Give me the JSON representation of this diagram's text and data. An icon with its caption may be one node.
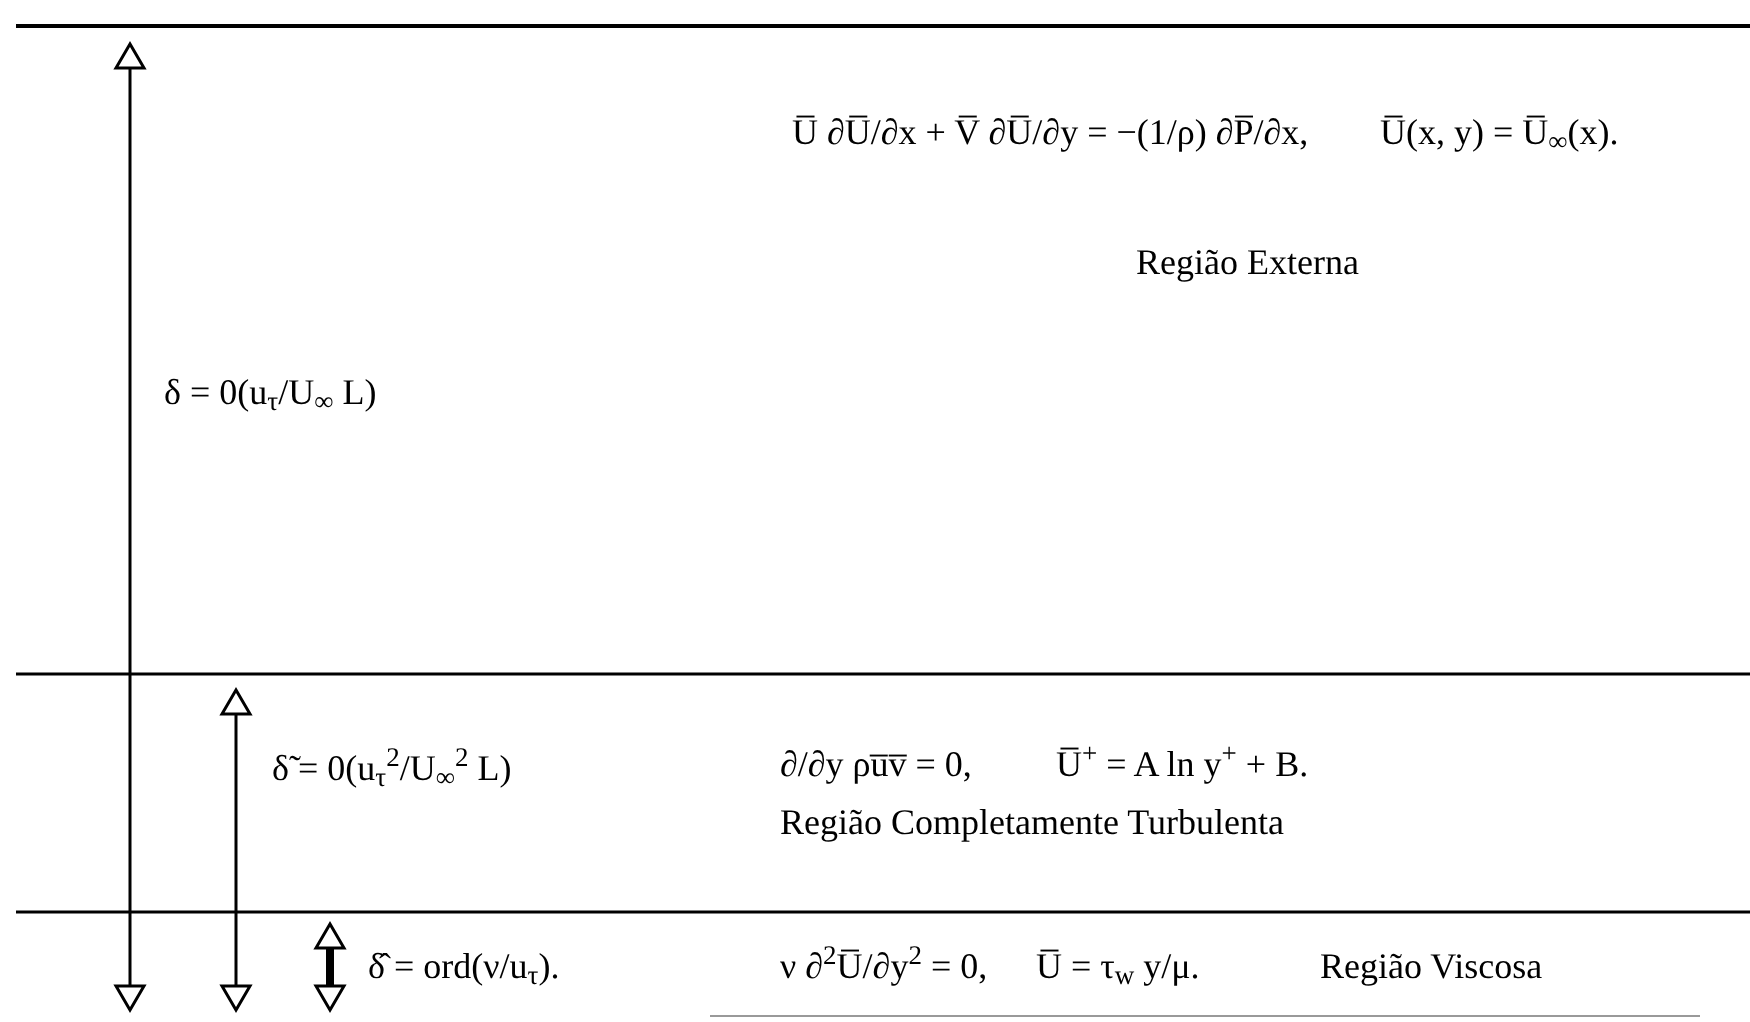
{
  "diagram": {
    "labels": [
      "U̅ ∂U̅/∂x + V̅ ∂U̅/∂y = −(1/ρ) ∂P̅/∂x,",
      "U̅(x, y) = U̅$_{∞}$(x).",
      "Região Externa",
      "δ = 0(u$_{τ}$/U$_{∞}$ L)",
      "δ̃ = 0(u$_{τ}$$^{2}$/U$_{∞}$$^{2}$ L)",
      "∂/∂y ρu̅v̅ = 0,",
      "U̅$^{+}$ = A ln y$^{+}$ + B.",
      "Região Completamente Turbulenta",
      "δ̂ = ord(ν/u$_{τ}$).",
      "ν ∂$^{2}$U̅/∂y$^{2}$ = 0,",
      "U̅ = τ$_{w}$ y/μ.",
      "Região Viscosa"
    ]
  }
}
